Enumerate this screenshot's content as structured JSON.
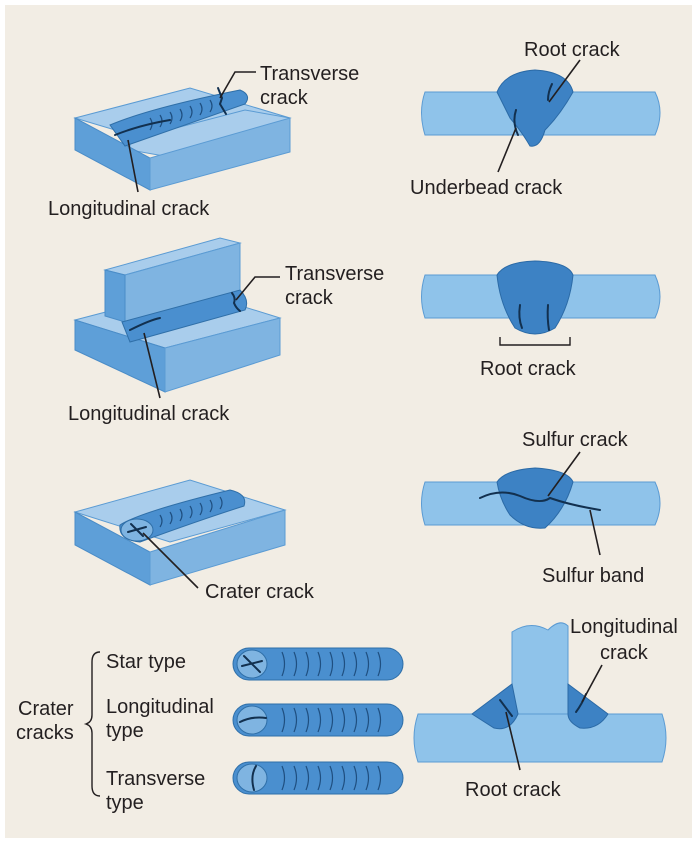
{
  "panel1": {
    "transverse_line1": "Transverse",
    "transverse_line2": "crack",
    "longitudinal": "Longitudinal crack"
  },
  "panel2": {
    "root_crack": "Root crack",
    "underbead_crack": "Underbead crack"
  },
  "panel3": {
    "transverse_line1": "Transverse",
    "transverse_line2": "crack",
    "longitudinal": "Longitudinal crack"
  },
  "panel4": {
    "root_crack": "Root crack"
  },
  "panel5": {
    "crater_crack": "Crater crack"
  },
  "panel6": {
    "sulfur_crack": "Sulfur crack",
    "sulfur_band": "Sulfur band"
  },
  "panel7": {
    "group_line1": "Crater",
    "group_line2": "cracks",
    "star_type": "Star type",
    "longitudinal_line1": "Longitudinal",
    "longitudinal_line2": "type",
    "transverse_line1": "Transverse",
    "transverse_line2": "type"
  },
  "panel8": {
    "longitudinal_line1": "Longitudinal",
    "longitudinal_line2": "crack",
    "root_crack": "Root crack"
  },
  "colors": {
    "background": "#f2ede4",
    "plate": "#a9cdec",
    "weld": "#3d82c4",
    "crack": "#12304f"
  }
}
